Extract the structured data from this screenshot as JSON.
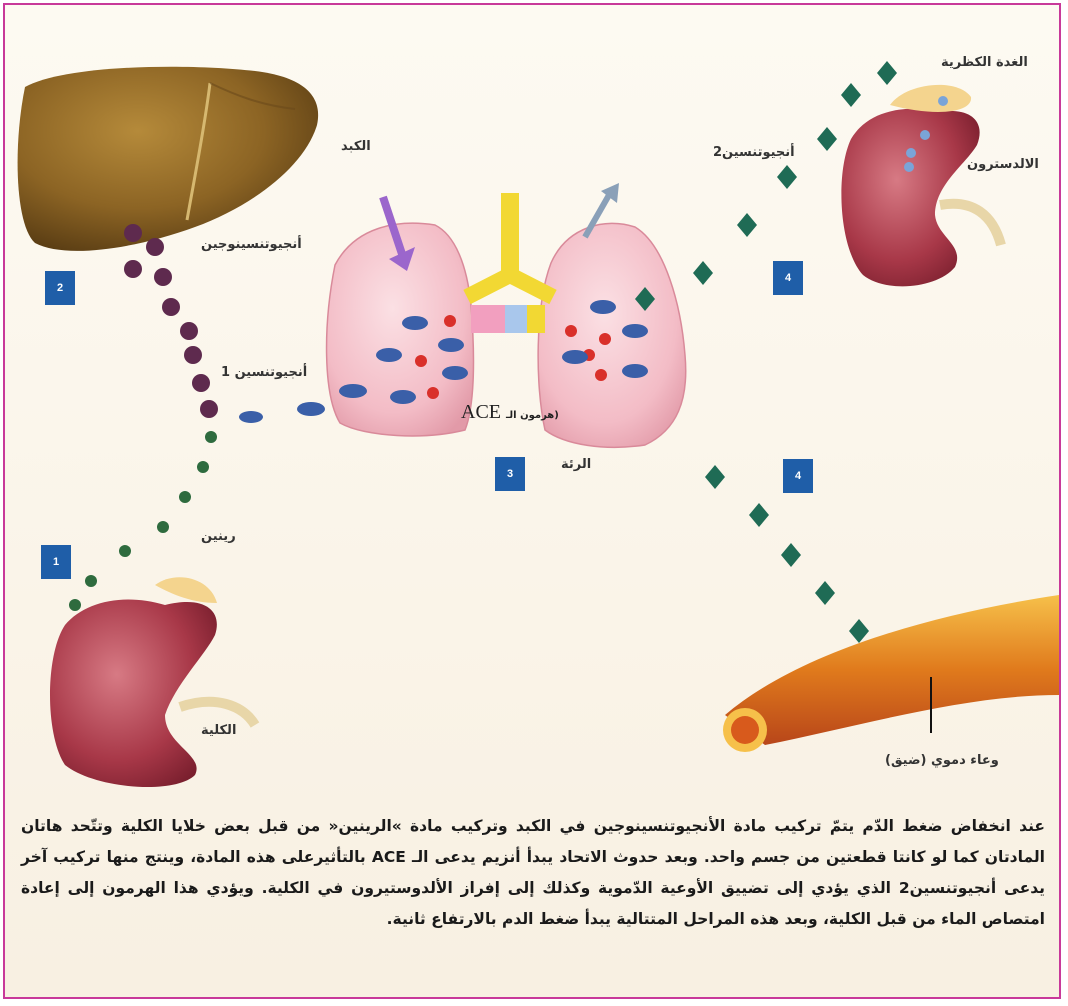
{
  "labels": {
    "liver": "الكبد",
    "angiotensinogen": "أنجيوتنسينوجين",
    "angiotensin1": "أنجيوتنسين 1",
    "renin": "رينين",
    "kidney": "الكلية",
    "lung": "الرئة",
    "ace_text": "ACE",
    "ace_hormone": "(هرمون الـ",
    "angiotensin2": "أنجيوتنسين2",
    "adrenal": "الغدة الكظرية",
    "aldosterone": "الالدسترون",
    "vessel": "وعاء دموي (ضيق)"
  },
  "badges": [
    "1",
    "2",
    "3",
    "4",
    "4"
  ],
  "colors": {
    "border": "#c8399a",
    "badge": "#1f5ea8",
    "renin_dot": "#2e6b3e",
    "angiotensinogen_dot": "#5e2a4e",
    "angiotensin1_dot": "#3a5fa8",
    "angiotensin2_diamond": "#1f6b55"
  },
  "caption": "عند انخفاض ضغط الدّم يتمّ تركيب مادة الأنجيوتنسينوجين في الكبد وتركيب مادة »الرينين« من قبل بعض خلايا الكلية وتتّحد هاتان المادتان كما لو كانتا قطعتين من جسم واحد. وبعد حدوث الاتحاد يبدأ أنزيم يدعى الـ ACE بالتأثيرعلى هذه المادة، وينتج منها تركيب آخر يدعى أنجيوتنسين2 الذي يؤدي إلى تضييق الأوعية الدّموية وكذلك إلى إفراز الألدوستيرون في الكلية. ويؤدي هذا الهرمون إلى إعادة امتصاص الماء من قبل الكلية، وبعد هذه المراحل المتتالية يبدأ ضغط الدم بالارتفاع ثانية."
}
